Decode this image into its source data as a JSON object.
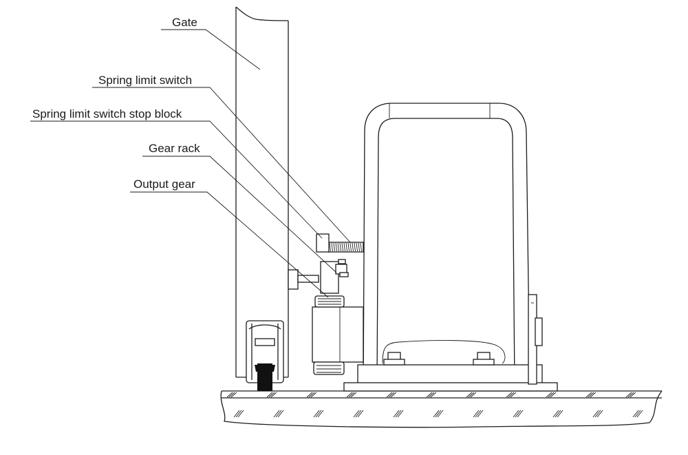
{
  "diagram": {
    "labels": [
      {
        "id": "gate",
        "text": "Gate"
      },
      {
        "id": "spring-limit-switch",
        "text": "Spring limit switch"
      },
      {
        "id": "stop-block",
        "text": "Spring limit switch stop block"
      },
      {
        "id": "gear-rack",
        "text": "Gear rack"
      },
      {
        "id": "output-gear",
        "text": "Output gear"
      }
    ]
  }
}
